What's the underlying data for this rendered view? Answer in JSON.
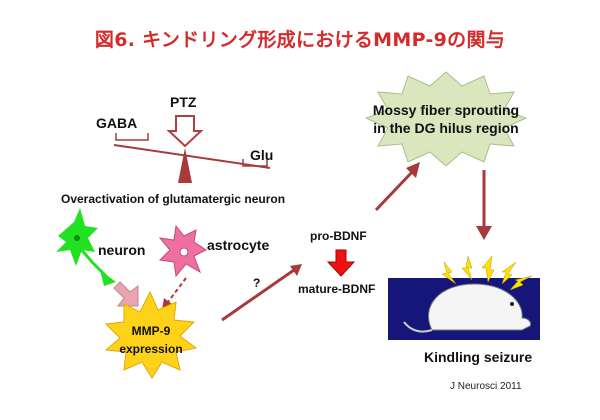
{
  "title": "図6. キンドリング形成におけるMMP-9の関与",
  "balance": {
    "gaba_label": "GABA",
    "ptz_label": "PTZ",
    "glu_label": "Glu",
    "caption": "Overactivation of glutamatergic neuron"
  },
  "cells": {
    "neuron_label": "neuron",
    "astrocyte_label": "astrocyte"
  },
  "mmp9": {
    "line1": "MMP-9",
    "line2": "expression"
  },
  "unknown_mark": "?",
  "bdnf": {
    "pro_label": "pro-BDNF",
    "mature_label": "mature-BDNF"
  },
  "mossy": {
    "line1": "Mossy fiber sprouting",
    "line2": "in the DG hilus region"
  },
  "kindling_label": "Kindling seizure",
  "citation": "J Neurosci 2011",
  "colors": {
    "title_red": "#d42b2b",
    "arrow_maroon": "#a83a3a",
    "ptz_arrow_outline": "#b04040",
    "neuron_green": "#22e022",
    "astrocyte_pink": "#ee6fa0",
    "starburst_yellow": "#ffd21a",
    "mossy_green": "#d9e6be",
    "bdnf_arrow_red": "#ee1111",
    "seizure_panel_navy": "#15157a",
    "pink_arrow": "#e9a4b0"
  }
}
